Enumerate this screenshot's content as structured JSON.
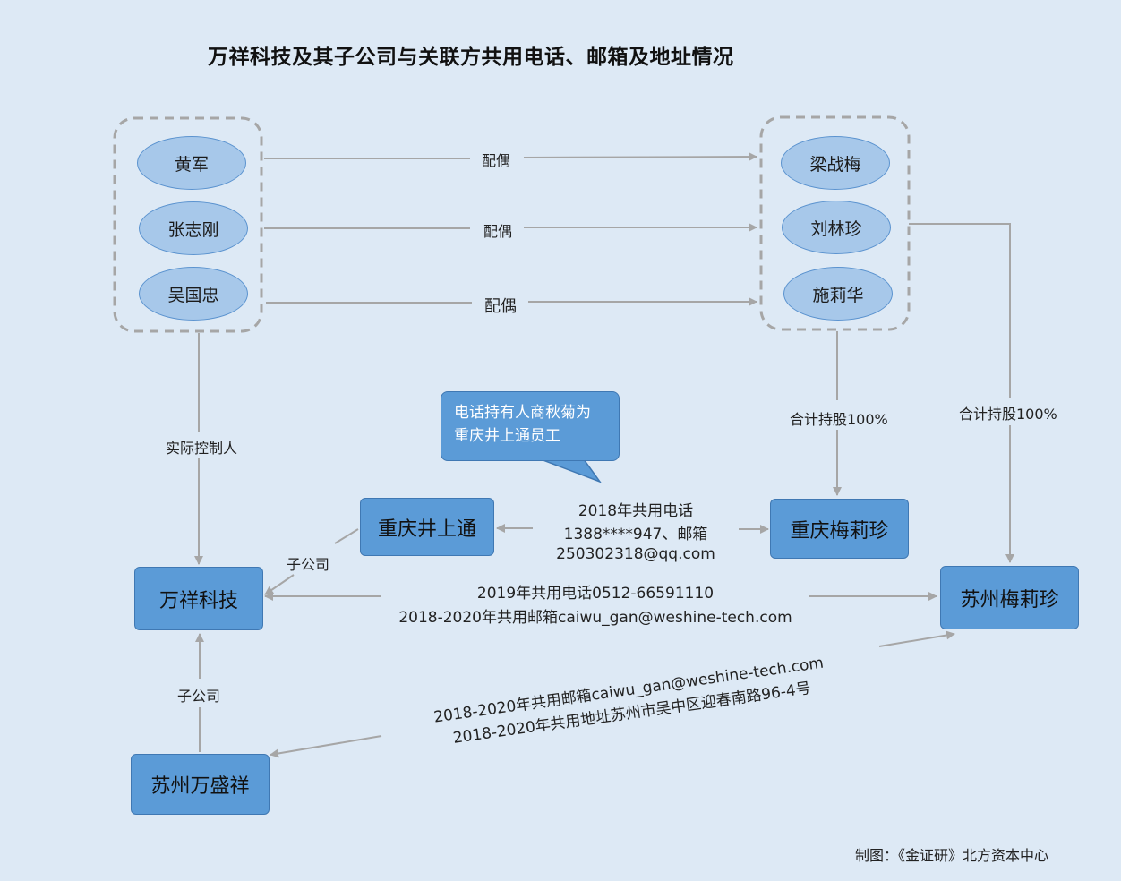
{
  "title": "万祥科技及其子公司与关联方共用电话、邮箱及地址情况",
  "left_persons": [
    "黄军",
    "张志刚",
    "吴国忠"
  ],
  "right_persons": [
    "梁战梅",
    "刘林珍",
    "施莉华"
  ],
  "spouse_label": "配偶",
  "companies": {
    "wanxiang": "万祥科技",
    "chongqing_jst": "重庆井上通",
    "chongqing_mlz": "重庆梅莉珍",
    "suzhou_mlz": "苏州梅莉珍",
    "suzhou_wsx": "苏州万盛祥"
  },
  "labels": {
    "actual_controller": "实际控制人",
    "subsidiary": "子公司",
    "holding_left": "合计持股100%",
    "holding_right": "合计持股100%",
    "share_2018_line1": "2018年共用电话",
    "share_2018_line2": "1388****947、邮箱",
    "share_2018_line3": "250302318@qq.com",
    "share_2019_line1": "2019年共用电话0512-66591110",
    "share_2019_line2": "2018-2020年共用邮箱caiwu_gan@weshine-tech.com",
    "share_sz_line1": "2018-2020年共用邮箱caiwu_gan@weshine-tech.com",
    "share_sz_line2": "2018-2020年共用地址苏州市吴中区迎春南路96-4号"
  },
  "callout": {
    "line1": "电话持有人商秋菊为",
    "line2": "重庆井上通员工"
  },
  "credit": "制图：《金证研》北方资本中心",
  "colors": {
    "background": "#dde9f5",
    "person_fill": "#a7c8ea",
    "company_fill": "#5b9bd7",
    "arrow": "#a6a6a6",
    "dashed_group": "#a6a6a6"
  }
}
